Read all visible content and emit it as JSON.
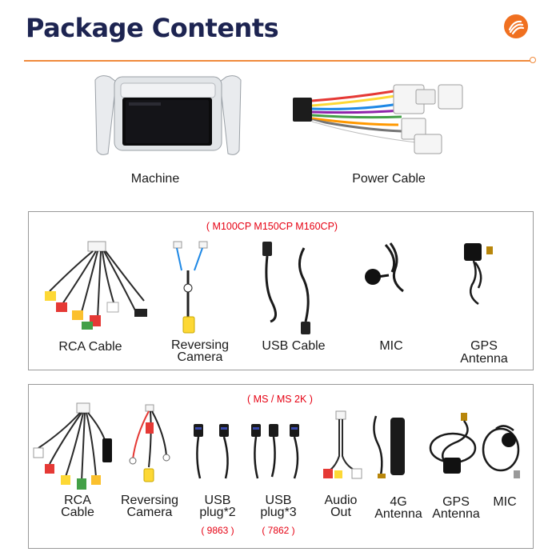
{
  "title": "Package Contents",
  "colors": {
    "title": "#1d2451",
    "accent": "#f08a3c",
    "note_red": "#e60012"
  },
  "top_items": [
    {
      "label": "Machine",
      "icon": "radio-head-unit-icon"
    },
    {
      "label": "Power Cable",
      "icon": "power-harness-icon"
    }
  ],
  "panel1": {
    "header": "( M100CP M150CP M160CP)",
    "items": [
      {
        "label": "RCA Cable",
        "icon": "rca-cable-icon"
      },
      {
        "line1": "Reversing",
        "line2": "Camera",
        "icon": "reversing-camera-cable-icon"
      },
      {
        "label": "USB Cable",
        "icon": "usb-cable-icon"
      },
      {
        "label": "MIC",
        "icon": "microphone-icon"
      },
      {
        "line1": "GPS",
        "line2": "Antenna",
        "icon": "gps-antenna-icon"
      }
    ]
  },
  "panel2": {
    "header": "( MS / MS 2K )",
    "items": [
      {
        "line1": "RCA",
        "line2": "Cable",
        "icon": "rca-cable-icon"
      },
      {
        "line1": "Reversing",
        "line2": "Camera",
        "icon": "reversing-camera-cable-icon"
      },
      {
        "line1": "USB",
        "line2": "plug*2",
        "note": "( 9863 )",
        "icon": "usb-plug-icon"
      },
      {
        "line1": "USB",
        "line2": "plug*3",
        "note": "( 7862 )",
        "icon": "usb-plug-icon"
      },
      {
        "line1": "Audio",
        "line2": "Out",
        "icon": "audio-out-cable-icon"
      },
      {
        "line1": "4G",
        "line2": "Antenna",
        "icon": "4g-antenna-icon"
      },
      {
        "line1": "GPS",
        "line2": "Antenna",
        "icon": "gps-antenna-icon"
      },
      {
        "label": "MIC",
        "icon": "microphone-icon"
      }
    ]
  }
}
